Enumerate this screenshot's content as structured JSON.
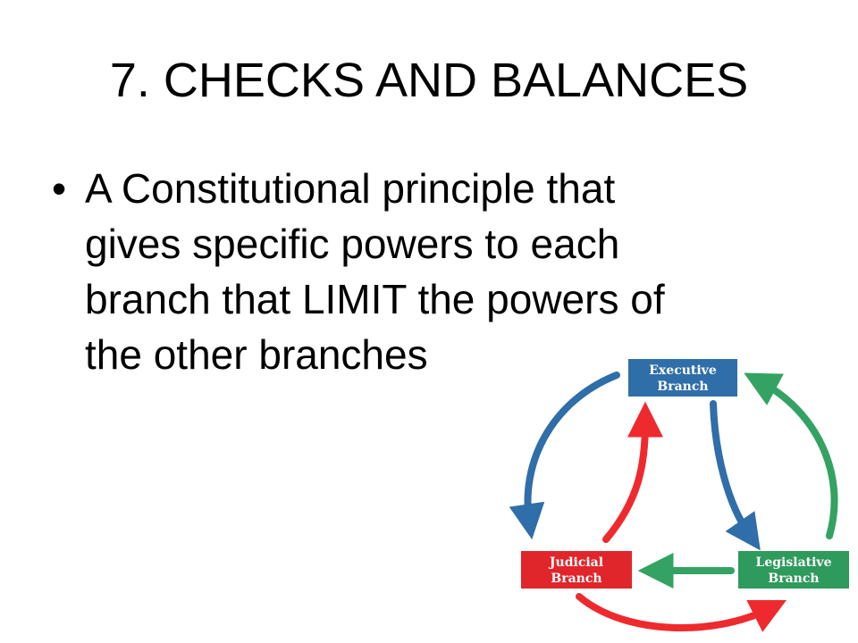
{
  "slide": {
    "title": "7.  CHECKS AND BALANCES",
    "bullet": {
      "lines": [
        "A Constitutional principle that",
        "gives specific powers to each",
        "branch that LIMIT  the powers of",
        "the other branches"
      ]
    }
  },
  "diagram": {
    "nodes": {
      "executive": {
        "line1": "Executive",
        "line2": "Branch",
        "color": "#2f6ea8"
      },
      "judicial": {
        "line1": "Judicial",
        "line2": "Branch",
        "color": "#e0252b"
      },
      "legislative": {
        "line1": "Legislative",
        "line2": "Branch",
        "color": "#2e9a5c"
      }
    },
    "arrow_colors": {
      "blue": "#2f6ea8",
      "red": "#ee2a2f",
      "green": "#33a263"
    }
  }
}
